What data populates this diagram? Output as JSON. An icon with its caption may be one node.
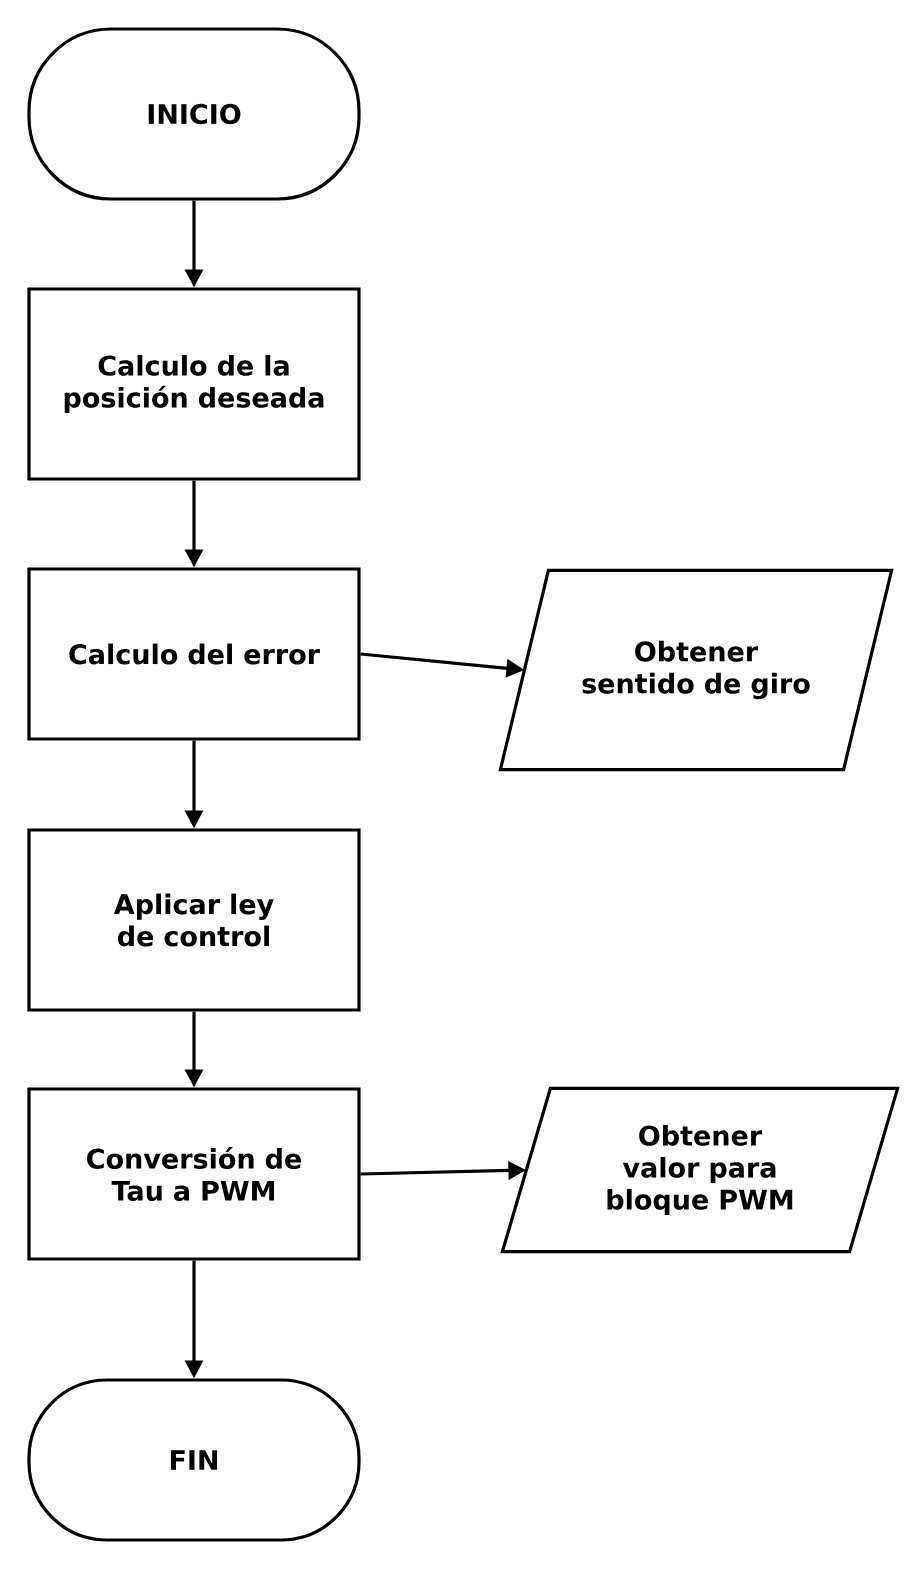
{
  "diagram": {
    "nodes": [
      {
        "text": [
          "INICIO"
        ]
      },
      {
        "text": [
          "Calculo de la posición deseada"
        ]
      },
      {
        "text": [
          "Calculo del error"
        ]
      },
      {
        "text": [
          "Obtener sentido de giro"
        ]
      },
      {
        "text": [
          "Aplicar ley de control"
        ]
      },
      {
        "text": [
          "Conversión de Tau a PWM"
        ]
      },
      {
        "text": [
          "Obtener valor para bloque PWM"
        ]
      },
      {
        "text": [
          "FIN"
        ]
      }
    ],
    "edges": [
      {
        "from": 0,
        "to": 1,
        "arrow": "to"
      },
      {
        "from": 1,
        "to": 2,
        "arrow": "to"
      },
      {
        "from": 2,
        "to": 3,
        "arrow": "to"
      },
      {
        "from": 2,
        "to": 4,
        "arrow": "to"
      },
      {
        "from": 4,
        "to": 5,
        "arrow": "to"
      },
      {
        "from": 5,
        "to": 6,
        "arrow": "to"
      },
      {
        "from": 5,
        "to": 7,
        "arrow": "to"
      }
    ]
  }
}
